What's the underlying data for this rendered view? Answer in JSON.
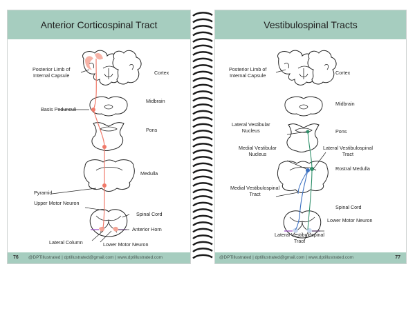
{
  "left_page": {
    "title": "Anterior Corticospinal Tract",
    "page_number": "76",
    "footer": "@DPTillustrated    |    dptillustrated@gmail.com    |    www.dptillustrated.com",
    "labels": {
      "posterior_limb": "Posterior Limb of\nInternal Capsule",
      "cortex": "Cortex",
      "basis_pedunculi": "Basis Pedunculi",
      "midbrain": "Midbrain",
      "pons": "Pons",
      "medulla": "Medulla",
      "pyramid": "Pyramid",
      "upper_motor_neuron": "Upper Motor Neuron",
      "spinal_cord": "Spinal Cord",
      "anterior_horn": "Anterior Horn",
      "lateral_column": "Lateral Column",
      "lower_motor_neuron": "Lower Motor Neuron"
    }
  },
  "right_page": {
    "title": "Vestibulospinal Tracts",
    "page_number": "77",
    "footer": "@DPTillustrated    |    dptillustrated@gmail.com    |    www.dptillustrated.com",
    "labels": {
      "posterior_limb": "Posterior Limb of\nInternal Capsule",
      "cortex": "Cortex",
      "midbrain": "Midbrain",
      "lateral_vestibular_nucleus": "Lateral Vestibular\nNucleus",
      "pons": "Pons",
      "medial_vestibular_nucleus": "Medial Vestibular\nNucleus",
      "lateral_vestibulospinal_tract": "Lateral Vestibulospinal\nTract",
      "rostral_medulla": "Rostral Medulla",
      "medial_vestibulospinal_tract": "Medial Vestibulospinal\nTract",
      "spinal_cord": "Spinal Cord",
      "lower_motor_neuron": "Lower Motor Neuron",
      "lateral_vestibulospinal_tract_bottom": "Lateral Vestibulospinal\nTract"
    }
  },
  "colors": {
    "header": "#a6cdbf",
    "corticospinal": "#f07a6a",
    "vestibular_green": "#2f8f6a",
    "vestibular_blue": "#3a6fc0",
    "motor_neuron": "#9b4fc4"
  }
}
